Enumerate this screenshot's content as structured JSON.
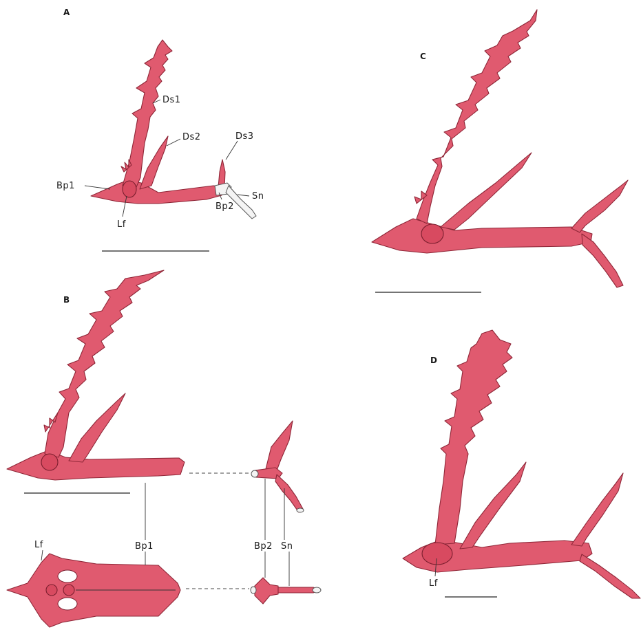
{
  "panels": {
    "A": {
      "letter": "A",
      "labels": {
        "ds1": "Ds1",
        "ds2": "Ds2",
        "ds3": "Ds3",
        "bp1": "Bp1",
        "lf": "Lf",
        "bp2": "Bp2",
        "sn": "Sn"
      }
    },
    "B": {
      "letter": "B",
      "labels": {
        "lf": "Lf",
        "bp1": "Bp1",
        "bp2": "Bp2",
        "sn": "Sn"
      }
    },
    "C": {
      "letter": "C"
    },
    "D": {
      "letter": "D",
      "labels": {
        "lf": "Lf"
      }
    }
  },
  "colors": {
    "bone_fill": "#e05a6f",
    "bone_outline": "#8e2637",
    "background": "#ffffff"
  }
}
